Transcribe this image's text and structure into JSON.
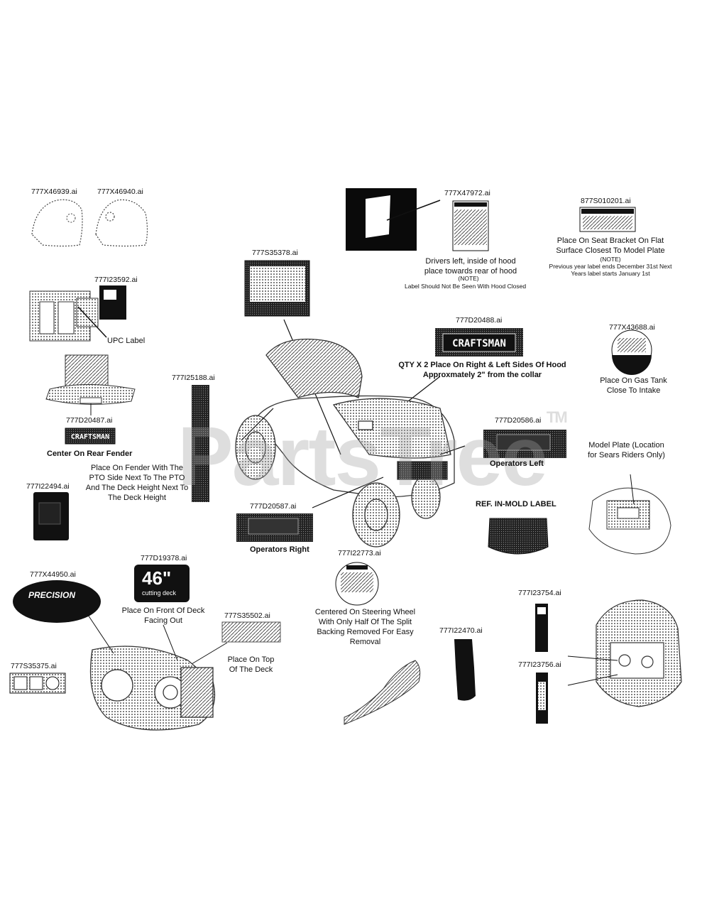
{
  "watermark": {
    "text": "PartsTree",
    "tm": "TM"
  },
  "labels": {
    "p_46939": "777X46939.ai",
    "p_46940": "777X46940.ai",
    "p_23592": "777I23592.ai",
    "upc": "UPC Label",
    "p_d20487": "777D20487.ai",
    "center_rear": "Center On Rear Fender",
    "p_22494": "777I22494.ai",
    "p_25188": "777I25188.ai",
    "pto_note": "Place On Fender With The PTO Side Next To The PTO And The Deck Height Next To The Deck Height",
    "p_s35378": "777S35378.ai",
    "p_47972": "777X47972.ai",
    "drivers_note": "Drivers left, inside of hood place towards rear of hood",
    "note_tag": "(NOTE)",
    "hood_note": "Label Should Not Be Seen With Hood Closed",
    "p_877": "877S010201.ai",
    "seat_note": "Place On Seat Bracket On Flat Surface Closest To Model Plate",
    "seat_note_tag": "(NOTE)",
    "seat_small": "Previous year label ends December 31st Next Years label starts January 1st",
    "p_d20488": "777D20488.ai",
    "craftsman": "CRAFTSMAN",
    "qty_note": "QTY X 2 Place On Right & Left Sides Of Hood Approxmately 2\" from the collar",
    "p_43688": "777X43688.ai",
    "gas_note": "Place On Gas Tank Close To Intake",
    "p_d20586": "777D20586.ai",
    "op_left": "Operators Left",
    "model_plate": "Model Plate (Location for Sears Riders Only)",
    "p_d20587": "777D20587.ai",
    "op_right": "Operators Right",
    "inmold": "REF.  IN-MOLD LABEL",
    "p_d19378": "777D19378.ai",
    "deck_46": "46\"",
    "cutting_deck": "cutting deck",
    "front_deck": "Place On Front Of Deck Facing Out",
    "p_44950": "777X44950.ai",
    "precision": "PRECISION",
    "p_s35502": "777S35502.ai",
    "top_deck": "Place On Top Of The Deck",
    "p_22773": "777I22773.ai",
    "steering_note": "Centered On Steering Wheel With Only Half Of The Split Backing Removed For Easy Removal",
    "p_s35375": "777S35375.ai",
    "p_22470": "777I22470.ai",
    "p_23754": "777I23754.ai",
    "p_23756": "777I23756.ai"
  }
}
